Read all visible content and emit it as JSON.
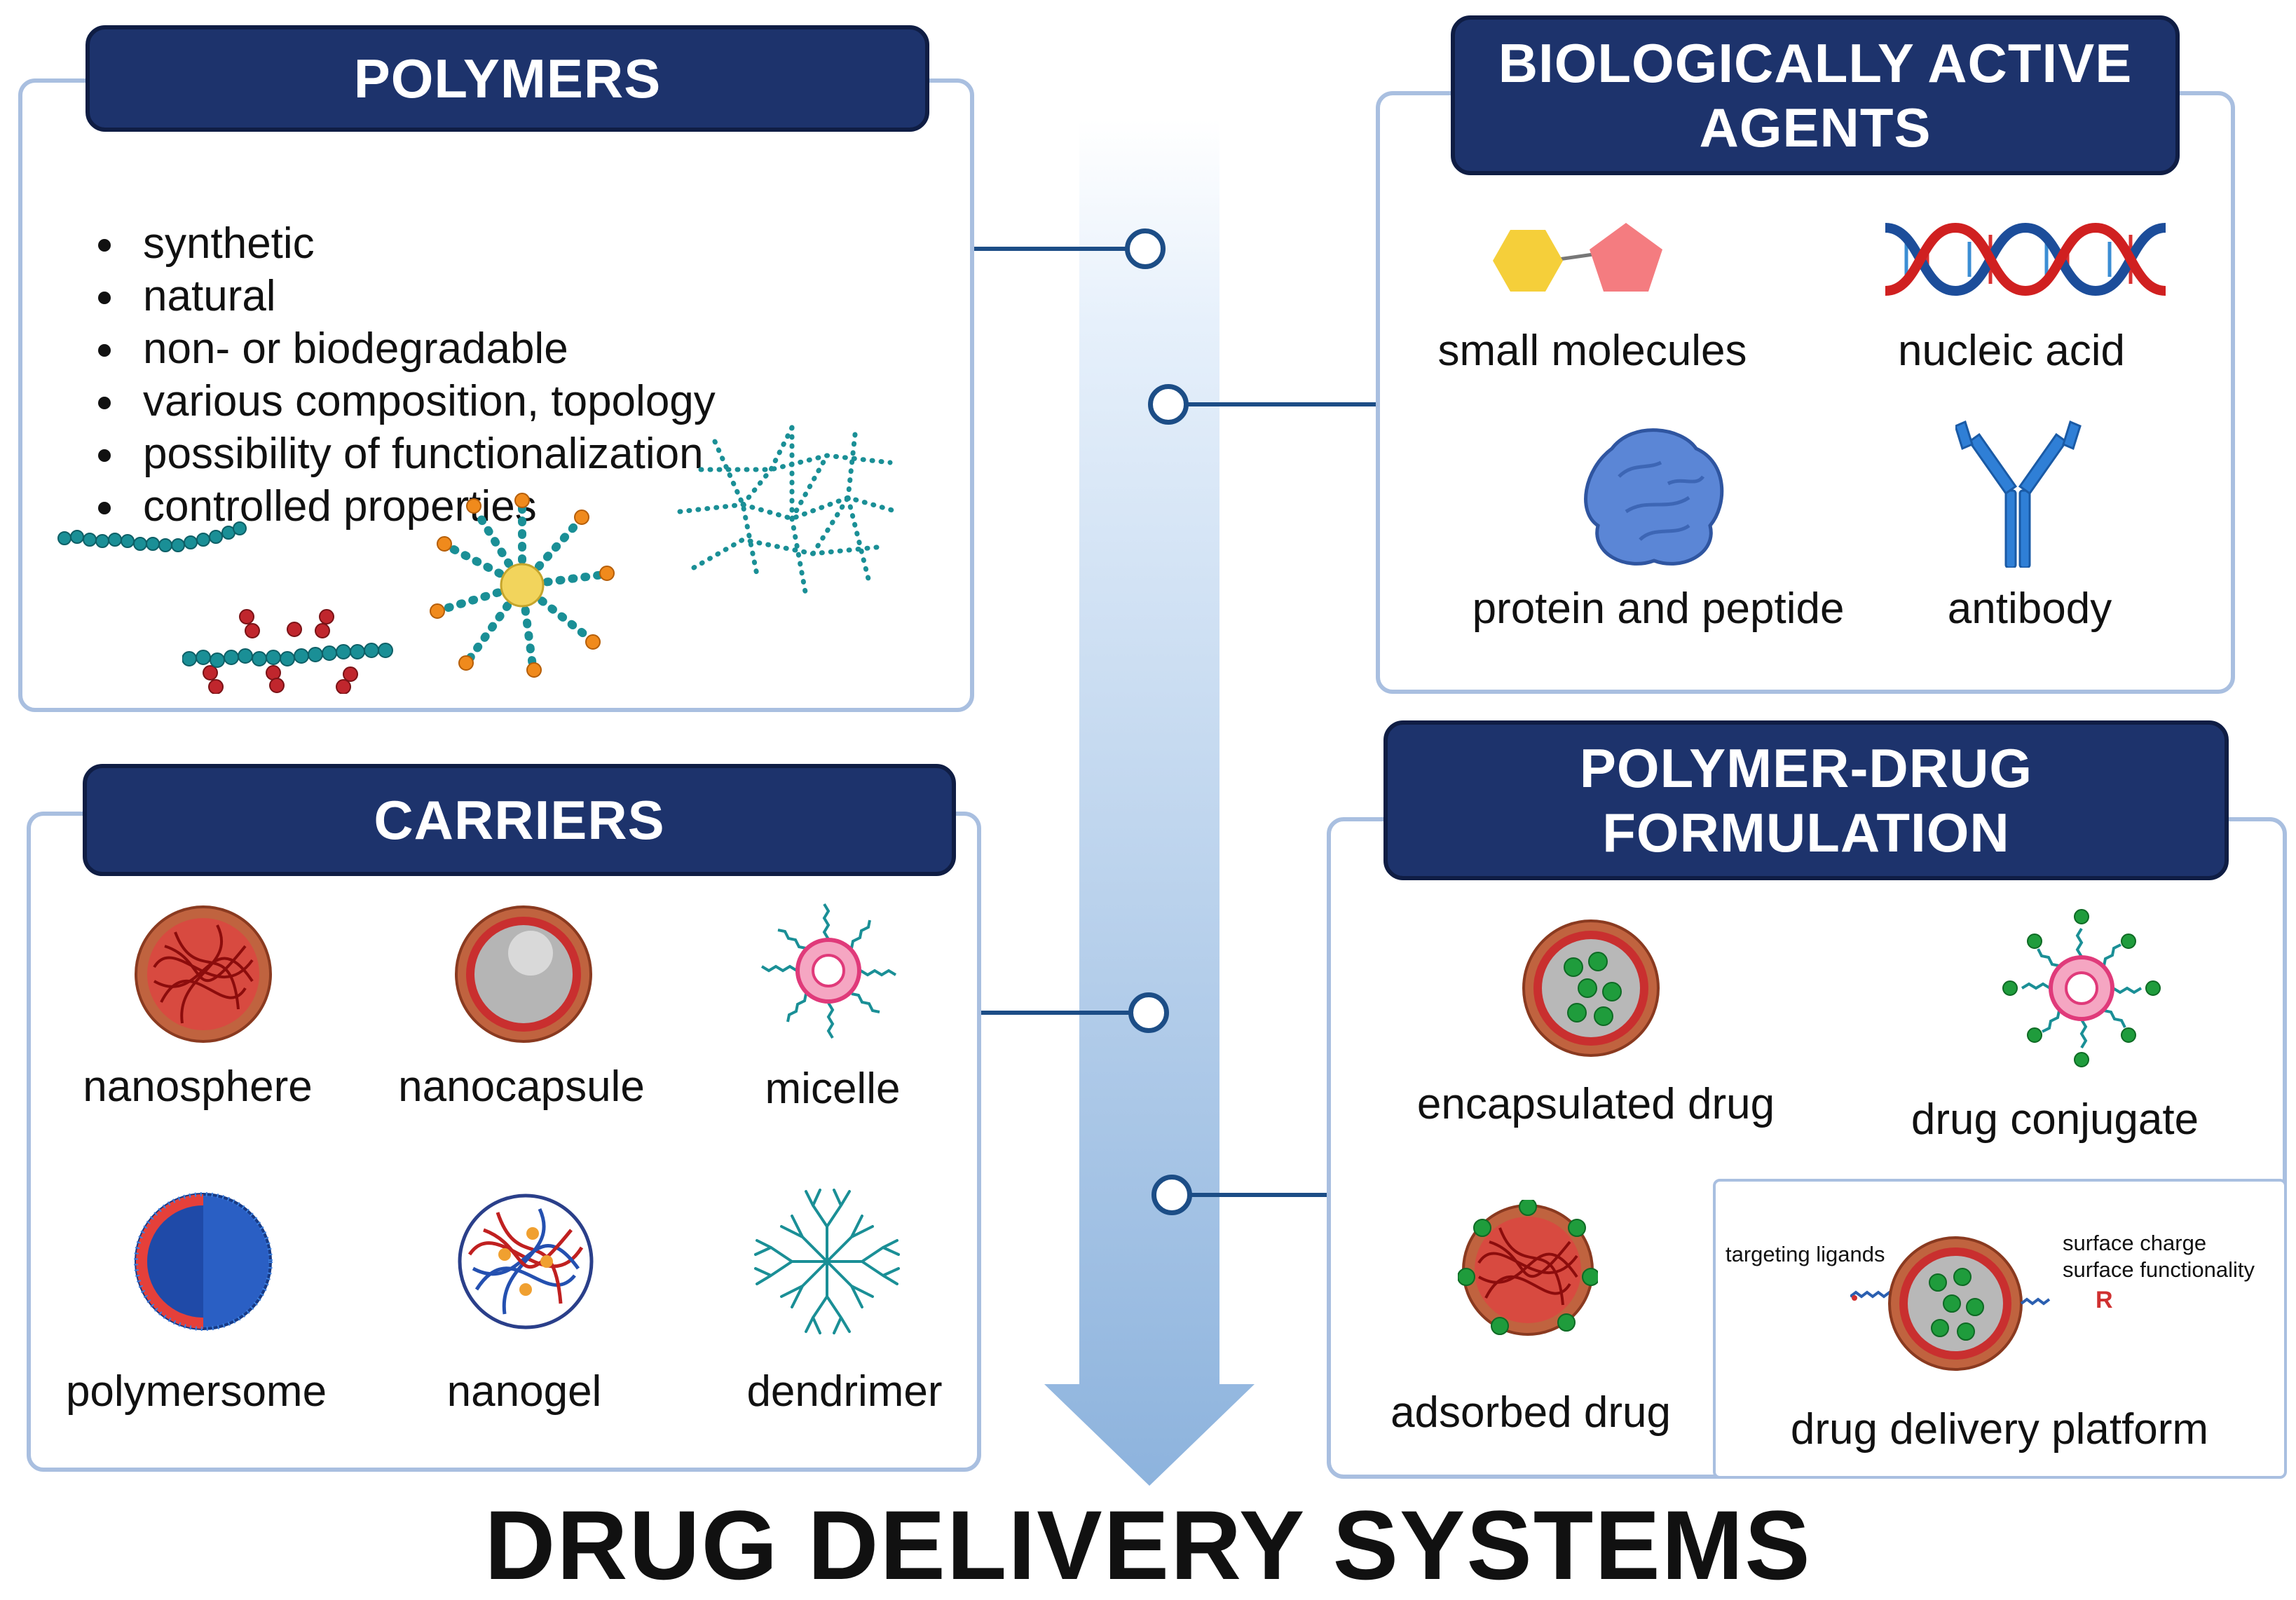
{
  "title": "DRUG DELIVERY SYSTEMS",
  "polymers": {
    "header": "POLYMERS",
    "bullets": [
      "synthetic",
      "natural",
      "non- or biodegradable",
      "various composition, topology",
      "possibility of functionalization",
      "controlled properties"
    ]
  },
  "agents": {
    "header_line1": "BIOLOGICALLY ACTIVE",
    "header_line2": "AGENTS",
    "items": [
      "small molecules",
      "nucleic acid",
      "protein and peptide",
      "antibody"
    ]
  },
  "carriers": {
    "header": "CARRIERS",
    "items": [
      "nanosphere",
      "nanocapsule",
      "micelle",
      "polymersome",
      "nanogel",
      "dendrimer"
    ]
  },
  "formulation": {
    "header_line1": "POLYMER-DRUG",
    "header_line2": "FORMULATION",
    "items": [
      "encapsulated drug",
      "drug conjugate",
      "adsorbed drug"
    ],
    "platform": {
      "label": "drug delivery platform",
      "left_note": "targeting ligands",
      "right_note_1": "surface charge",
      "right_note_2": "surface functionality",
      "r_marker": "R"
    }
  },
  "colors": {
    "header_fill": "#1d336c",
    "panel_border": "#a9bfe0",
    "connector": "#1c4d86",
    "arrow_top": "#eaf3fc",
    "arrow_bottom": "#8fb5de"
  },
  "icons": [
    "linear-polymer-icon",
    "grafted-polymer-icon",
    "star-polymer-icon",
    "network-polymer-icon",
    "small-molecule-icon",
    "dna-icon",
    "protein-icon",
    "antibody-icon",
    "nanosphere-icon",
    "nanocapsule-icon",
    "micelle-icon",
    "polymersome-icon",
    "nanogel-icon",
    "dendrimer-icon",
    "encapsulated-drug-icon",
    "drug-conjugate-icon",
    "adsorbed-drug-icon",
    "platform-particle-icon"
  ]
}
